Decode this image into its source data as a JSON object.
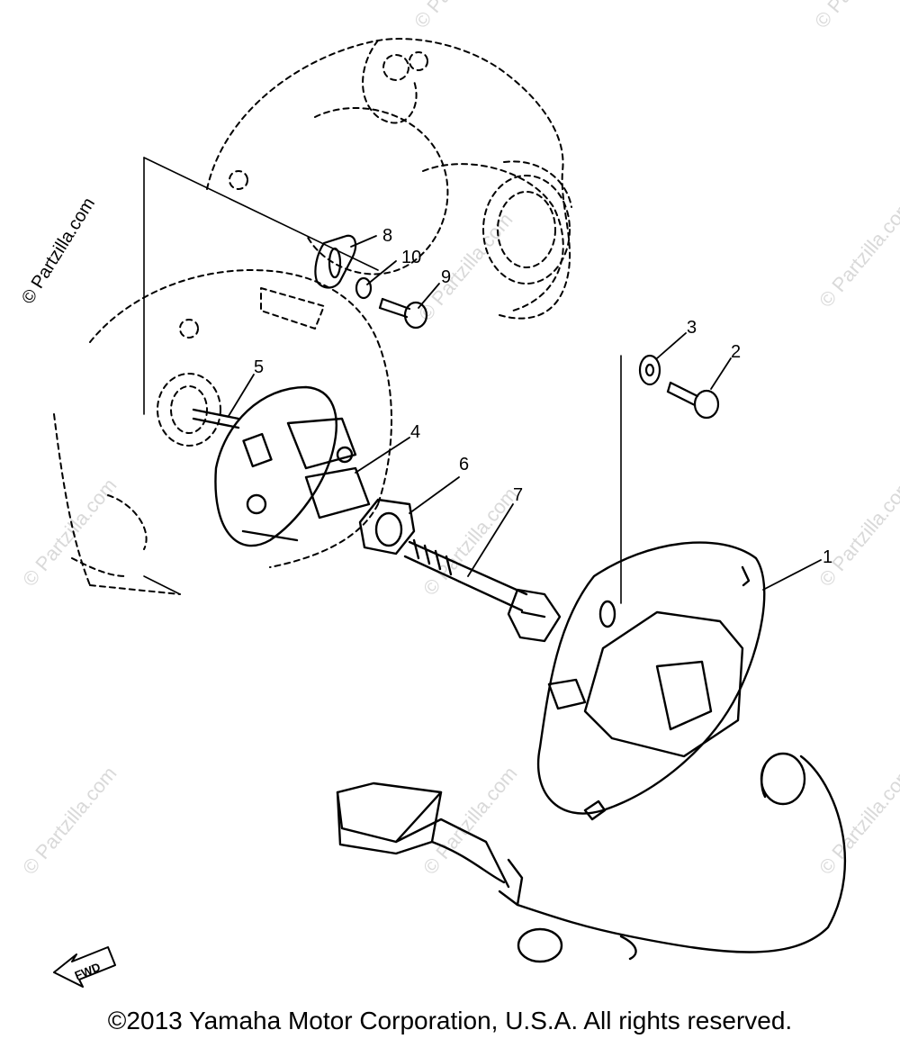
{
  "watermark": "© Partzilla.com",
  "watermark_repeat": [
    "© Partzilla.com",
    "© Partzilla.com",
    "© Partzilla.com",
    "© Partzilla.com",
    "© Partzilla.com",
    "© Partzilla.com",
    "© Partzilla.com",
    "© Partzilla.com",
    "© Partzilla.com",
    "© Partzilla.com",
    "© Partzilla.com"
  ],
  "callouts": {
    "c1": "1",
    "c2": "2",
    "c3": "3",
    "c4": "4",
    "c5": "5",
    "c6": "6",
    "c7": "7",
    "c8": "8",
    "c9": "9",
    "c10": "10"
  },
  "fwd_label": "FWD",
  "copyright": "©2013 Yamaha Motor Corporation, U.S.A. All rights reserved."
}
